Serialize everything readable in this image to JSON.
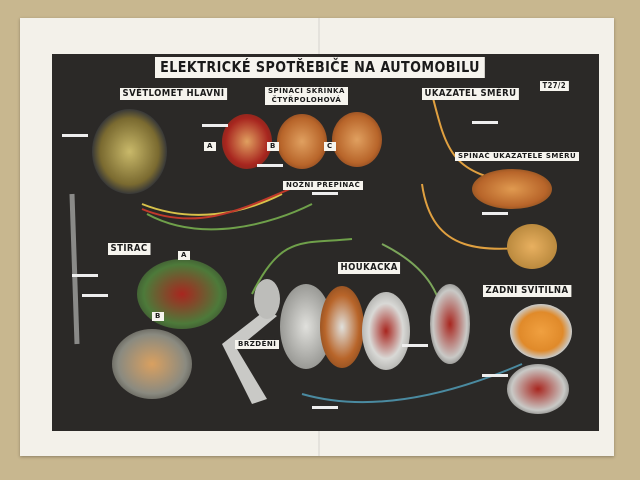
{
  "poster": {
    "title": "ELEKTRICKÉ SPOTŘEBIČE NA AUTOMOBILU",
    "code": "T27/2",
    "sections": {
      "headlamp": "SVĚTLOMET HLAVNÍ",
      "switchbox_line1": "SPÍNACÍ SKŘÍNKA",
      "switchbox_line2": "ČTYŘPOLOHOVÁ",
      "indicator": "UKAZATEL SMĚRU",
      "foot_switch": "NOŽNÍ PŘEPÍNAČ",
      "indicator_switch": "SPÍNAČ UKAZATELE SMĚRU",
      "wiper": "STÍRAČ",
      "horn": "HOUKAČKA",
      "rear_lamp": "ZADNÍ SVÍTILNA",
      "braking": "BRZDĚNÍ"
    },
    "markers": [
      "A",
      "B",
      "C",
      "A",
      "B"
    ]
  },
  "colors": {
    "table": "#c8b78f",
    "paper": "#f3f1ea",
    "poster": "#2b2927",
    "copper": "#b8652a",
    "red": "#a8261f",
    "orange": "#e08a2a",
    "green": "#4d7a3a",
    "silver": "#c9c9c6"
  }
}
